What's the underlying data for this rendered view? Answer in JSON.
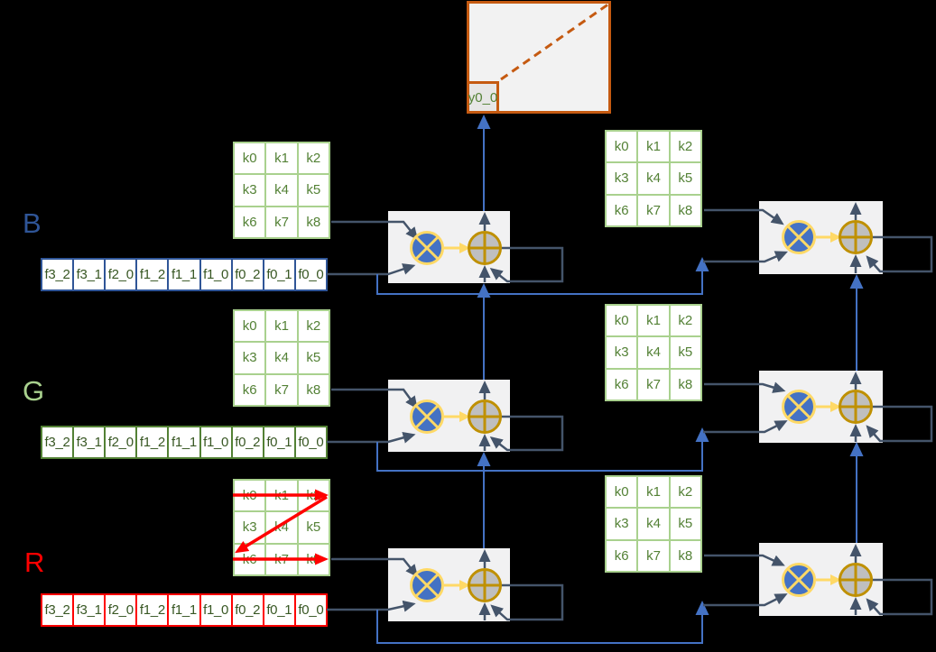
{
  "output_map": {
    "label": "y0_0"
  },
  "kernel_labels": [
    "k0",
    "k1",
    "k2",
    "k3",
    "k4",
    "k5",
    "k6",
    "k7",
    "k8"
  ],
  "feature_labels": [
    "f3_2",
    "f3_1",
    "f2_0",
    "f1_2",
    "f1_1",
    "f1_0",
    "f0_2",
    "f0_1",
    "f0_0"
  ],
  "channels": [
    {
      "label": "B",
      "color": "#2F5597",
      "row_border_color": "#2F5597"
    },
    {
      "label": "G",
      "color": "#A9D18E",
      "row_border_color": "#538135"
    },
    {
      "label": "R",
      "color": "#FF0000",
      "row_border_color": "#FF0000"
    }
  ],
  "colors": {
    "background": "#000000",
    "kernel_grid_border": "#A9D18E",
    "kernel_text": "#538135",
    "feature_text": "#385723",
    "multiplier_fill": "#4472C4",
    "multiplier_border": "#FFD966",
    "accumulator_fill": "#BFBFBF",
    "accumulator_border": "#BF9000",
    "unit_box_fill": "#F1F1F2",
    "connector_dark": "#44546A",
    "connector_blue": "#4472C4",
    "output_map_border": "#C55A11",
    "scan_arrow": "#FF0000"
  }
}
